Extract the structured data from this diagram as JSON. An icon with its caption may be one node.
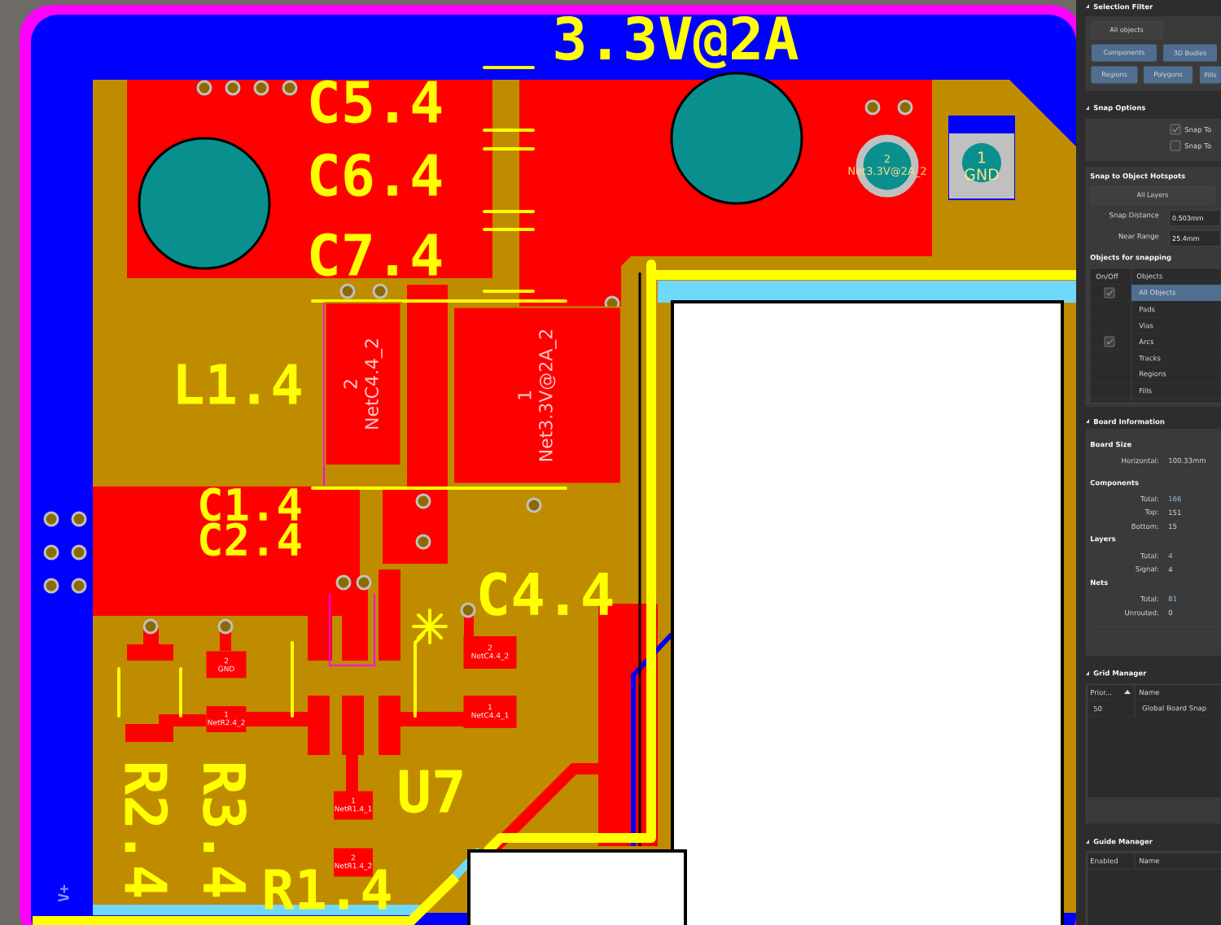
{
  "diagram": {
    "nodes": [
      {
        "text": [
          "2",
          "Net3.3V@2A_2"
        ]
      },
      {
        "text": [
          "1",
          "GND"
        ]
      },
      {
        "text": [
          "2",
          "NetC4.4_2"
        ]
      },
      {
        "text": [
          "1",
          "Net3.3V@2A_2"
        ]
      },
      {
        "text": [
          "2",
          "GND"
        ]
      },
      {
        "text": [
          "1",
          "NetR2.4_2"
        ]
      },
      {
        "text": [
          "2",
          "NetC4.4_2"
        ]
      },
      {
        "text": [
          "1",
          "NetC4.4_1"
        ]
      },
      {
        "text": [
          "1",
          "NetR1.4_1"
        ]
      },
      {
        "text": [
          "2",
          "NetR1.4_2"
        ]
      },
      {
        "text": [
          "All objects"
        ]
      },
      {
        "text": [
          "Components"
        ]
      },
      {
        "text": [
          "3D Bodies"
        ]
      },
      {
        "text": [
          "Regions"
        ]
      },
      {
        "text": [
          "Polygons"
        ]
      },
      {
        "text": [
          "Fills"
        ]
      },
      {
        "text": [
          "All Layers"
        ]
      },
      {
        "text": [
          "0.503mm"
        ]
      },
      {
        "text": [
          "25.4mm"
        ]
      }
    ],
    "labels": [
      "3.3V@2A",
      "C5.4",
      "C6.4",
      "C7.4",
      "L1.4",
      "C1.4",
      "C2.4",
      "C4.4",
      "U7",
      "R2.4",
      "R3.4",
      "R1.4",
      "V+",
      "Selection Filter",
      "Snap Options",
      "Snap To",
      "Snap To",
      "Snap to Object Hotspots",
      "Snap Distance",
      "Near Range",
      "Objects for snapping",
      "On/Off",
      "Objects",
      "All Objects",
      "Pads",
      "Vias",
      "Arcs",
      "Tracks",
      "Regions",
      "Fills",
      "Board Information",
      "Board Size",
      "Horizontal:",
      "100.33mm",
      "Components",
      "Total:",
      "166",
      "Top:",
      "151",
      "Bottom:",
      "15",
      "Layers",
      "Total:",
      "4",
      "Signal:",
      "4",
      "Nets",
      "Total:",
      "81",
      "Unrouted:",
      "0",
      "Grid Manager",
      "Prior...",
      "Name",
      "50",
      "Global Board Snap",
      "Guide Manager",
      "Enabled",
      "Name"
    ]
  }
}
